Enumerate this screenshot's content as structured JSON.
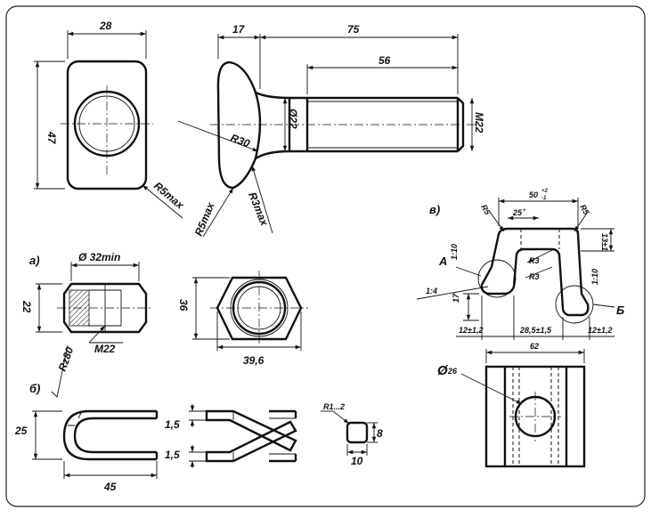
{
  "frame": {
    "border_color": "#222222",
    "background": "#ffffff"
  },
  "bolt_head_side": {
    "width": "28",
    "height": "47",
    "radius": "R5max"
  },
  "bolt_front": {
    "head_length": "17",
    "overall_length": "75",
    "thread_length": "56",
    "shank_diameter": "Ø22",
    "thread": "M22",
    "head_radius": "R30",
    "fillet_a": "R5max",
    "fillet_b": "R3max"
  },
  "section_a": {
    "label": "а)",
    "nut_side": {
      "chamfer_dia": "Ø 32min",
      "height": "22",
      "thread": "M22",
      "roughness": "Rz80"
    },
    "nut_top": {
      "across_flats": "36",
      "across_corners": "39,6"
    }
  },
  "section_b": {
    "label": "б)",
    "washer": {
      "height": "25",
      "width": "45",
      "step_top": "1,5",
      "step_bottom": "1,5"
    },
    "section": {
      "radius": "R1...2",
      "height": "8",
      "width": "10"
    }
  },
  "section_v": {
    "label": "в)",
    "clamp_front": {
      "top_width": "50",
      "top_width_tol_upper": "+2",
      "top_width_tol_lower": "-1",
      "inner_width": "25",
      "inner_width_tol": "+",
      "radius_left": "R5",
      "radius_right": "R5",
      "inner_radius_top": "R3",
      "inner_radius_bottom": "R3",
      "slope_top": "1:10",
      "slope_side": "1:10",
      "slope_bottom": "1:4",
      "flange_height": "13±1",
      "leg_height": "17",
      "leg_left": "12±1,2",
      "slot_width": "28,5±1,5",
      "leg_right": "12±1,2",
      "detail_a": "А",
      "detail_b": "Б"
    },
    "clamp_plan": {
      "width": "62",
      "hole": "26"
    }
  }
}
